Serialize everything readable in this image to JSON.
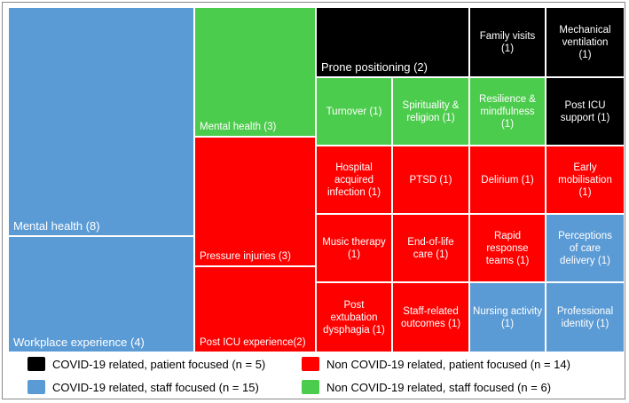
{
  "colors": {
    "covid_patient": "#000000",
    "covid_staff": "#5b9bd5",
    "noncovid_patient": "#ff0000",
    "noncovid_staff": "#4ccc4c"
  },
  "chart_data": {
    "type": "treemap",
    "title": "",
    "categories": [
      {
        "key": "covid_patient",
        "label": "COVID-19 related, patient focused (n = 5)"
      },
      {
        "key": "covid_staff",
        "label": "COVID-19 related, staff focused (n = 15)"
      },
      {
        "key": "noncovid_patient",
        "label": "Non COVID-19 related, patient focused (n = 14)"
      },
      {
        "key": "noncovid_staff",
        "label": "Non COVID-19 related, staff focused (n = 6)"
      }
    ],
    "items": [
      {
        "label": "Mental health (8)",
        "value": 8,
        "category": "covid_staff"
      },
      {
        "label": "Workplace experience (4)",
        "value": 4,
        "category": "covid_staff"
      },
      {
        "label": "Mental health (3)",
        "value": 3,
        "category": "noncovid_staff"
      },
      {
        "label": "Pressure injuries (3)",
        "value": 3,
        "category": "noncovid_patient"
      },
      {
        "label": "Post ICU experience(2)",
        "value": 2,
        "category": "noncovid_patient"
      },
      {
        "label": "Prone positioning (2)",
        "value": 2,
        "category": "covid_patient"
      },
      {
        "label": "Family visits\n(1)",
        "value": 1,
        "category": "covid_patient"
      },
      {
        "label": "Mechanical\nventilation\n(1)",
        "value": 1,
        "category": "covid_patient"
      },
      {
        "label": "Turnover (1)",
        "value": 1,
        "category": "noncovid_staff"
      },
      {
        "label": "Spirituality &\nreligion (1)",
        "value": 1,
        "category": "noncovid_staff"
      },
      {
        "label": "Resilience &\nmindfulness\n(1)",
        "value": 1,
        "category": "noncovid_staff"
      },
      {
        "label": "Post ICU\nsupport (1)",
        "value": 1,
        "category": "covid_patient"
      },
      {
        "label": "Hospital\nacquired\ninfection (1)",
        "value": 1,
        "category": "noncovid_patient"
      },
      {
        "label": "PTSD (1)",
        "value": 1,
        "category": "noncovid_patient"
      },
      {
        "label": "Delirium (1)",
        "value": 1,
        "category": "noncovid_patient"
      },
      {
        "label": "Early\nmobilisation\n(1)",
        "value": 1,
        "category": "noncovid_patient"
      },
      {
        "label": "Music therapy\n(1)",
        "value": 1,
        "category": "noncovid_patient"
      },
      {
        "label": "End-of-life\ncare (1)",
        "value": 1,
        "category": "noncovid_patient"
      },
      {
        "label": "Rapid\nresponse\nteams (1)",
        "value": 1,
        "category": "noncovid_patient"
      },
      {
        "label": "Perceptions\nof care\ndelivery (1)",
        "value": 1,
        "category": "covid_staff"
      },
      {
        "label": "Post\nextubation\ndysphagia (1)",
        "value": 1,
        "category": "noncovid_patient"
      },
      {
        "label": "Staff-related\noutcomes (1)",
        "value": 1,
        "category": "noncovid_patient"
      },
      {
        "label": "Nursing activity\n(1)",
        "value": 1,
        "category": "covid_staff"
      },
      {
        "label": "Professional\nidentity (1)",
        "value": 1,
        "category": "covid_staff"
      }
    ]
  }
}
